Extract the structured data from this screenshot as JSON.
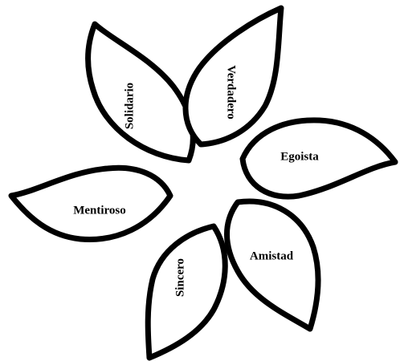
{
  "petals": [
    {
      "id": "verdadero",
      "label": "Verdadero"
    },
    {
      "id": "egoista",
      "label": "Egoista"
    },
    {
      "id": "amistad",
      "label": "Amistad"
    },
    {
      "id": "sincero",
      "label": "Sincero"
    },
    {
      "id": "mentiroso",
      "label": "Mentiroso"
    },
    {
      "id": "solidario",
      "label": "Solidario"
    }
  ],
  "colors": {
    "stroke": "#000000",
    "fill": "#ffffff"
  }
}
